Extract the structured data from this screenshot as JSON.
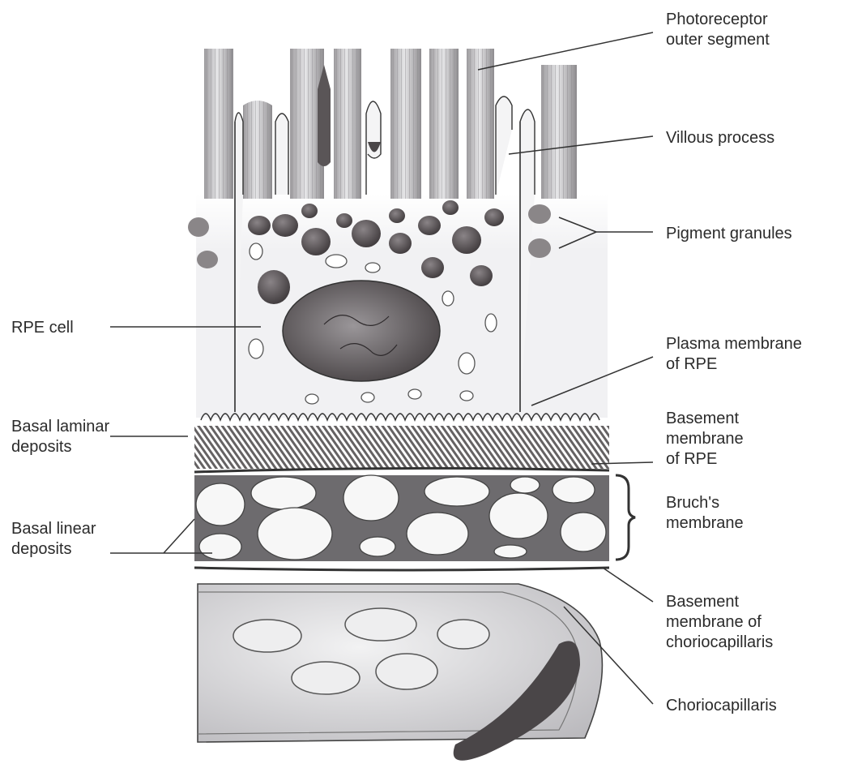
{
  "labels": {
    "photoreceptor_outer_segment": [
      "Photoreceptor",
      "outer segment"
    ],
    "villous_process": [
      "Villous process"
    ],
    "pigment_granules": [
      "Pigment granules"
    ],
    "rpe_cell": [
      "RPE cell"
    ],
    "plasma_membrane_rpe": [
      "Plasma membrane",
      "of RPE"
    ],
    "basal_laminar_deposits": [
      "Basal laminar",
      "deposits"
    ],
    "basement_membrane_rpe": [
      "Basement",
      "membrane",
      "of RPE"
    ],
    "bruchs_membrane": [
      "Bruch's",
      "membrane"
    ],
    "basal_linear_deposits": [
      "Basal linear",
      "deposits"
    ],
    "basement_membrane_choriocapillaris": [
      "Basement",
      "membrane of",
      "choriocapillaris"
    ],
    "choriocapillaris": [
      "Choriocapillaris"
    ]
  },
  "colors": {
    "ink": "#2b2b2b",
    "line": "#333333",
    "cell_fill": "#f2f2f4",
    "granule": "#5a5456",
    "nucleus": "#6a6568",
    "deposit": "#f7f7f7",
    "bruch_band": "#6d6b6e",
    "vessel": "#d8d8dc"
  }
}
